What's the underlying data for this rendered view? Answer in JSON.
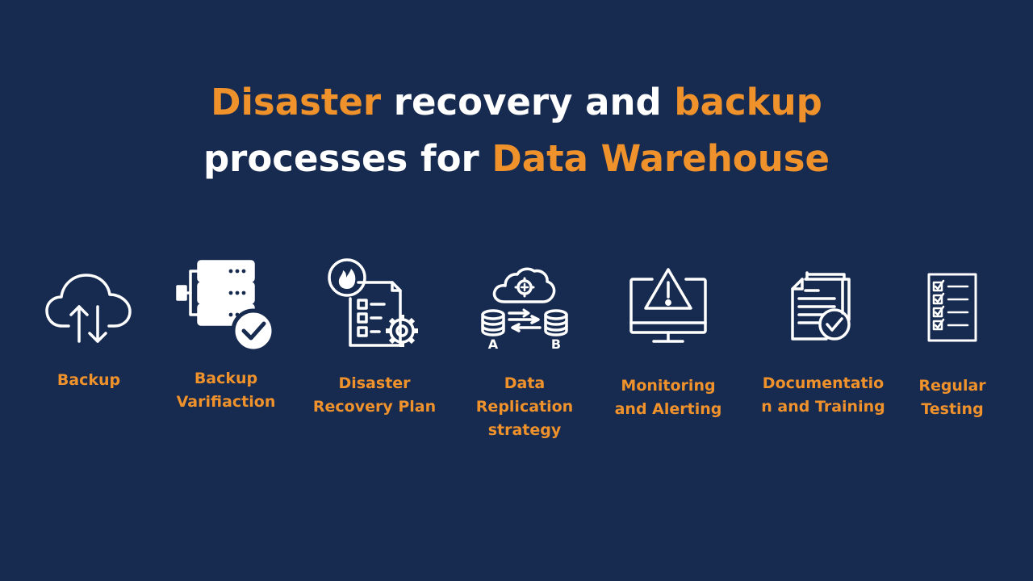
{
  "title": {
    "line1": [
      {
        "text": "Disaster",
        "accent": true
      },
      {
        "text": " recovery and ",
        "accent": false
      },
      {
        "text": "backup",
        "accent": true
      }
    ],
    "line2": [
      {
        "text": "processes for ",
        "accent": false
      },
      {
        "text": "Data Warehouse",
        "accent": true
      }
    ]
  },
  "colors": {
    "background": "#172a4f",
    "accent": "#f0922b",
    "text": "#ffffff"
  },
  "items": [
    {
      "icon": "cloud-sync-icon",
      "label_lines": [
        "Backup"
      ]
    },
    {
      "icon": "server-check-icon",
      "label_lines": [
        "Backup",
        "Varifiaction"
      ]
    },
    {
      "icon": "plan-document-gear-icon",
      "label_lines": [
        "Disaster",
        "Recovery Plan"
      ]
    },
    {
      "icon": "database-replication-icon",
      "label_lines": [
        "Data",
        "Replication",
        "strategy"
      ],
      "db_labels": [
        "A",
        "B"
      ]
    },
    {
      "icon": "monitor-alert-icon",
      "label_lines": [
        "Monitoring",
        "and Alerting"
      ]
    },
    {
      "icon": "documents-check-icon",
      "label_lines": [
        "Documentatio",
        "n and Training"
      ]
    },
    {
      "icon": "checklist-icon",
      "label_lines": [
        "Regular",
        "Testing"
      ]
    }
  ]
}
